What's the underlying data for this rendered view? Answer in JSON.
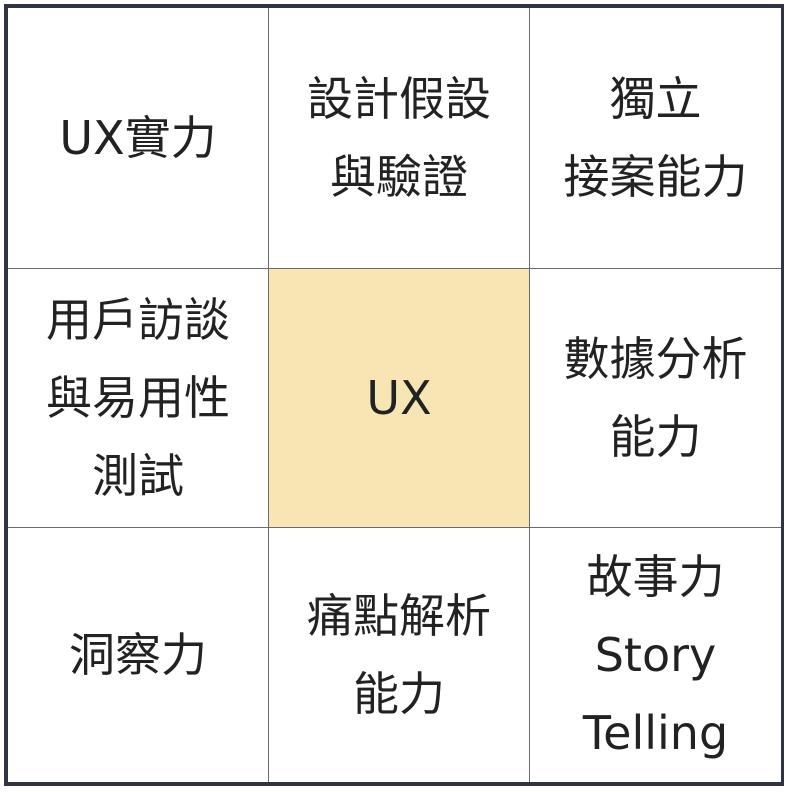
{
  "grid": {
    "rows": 3,
    "cols": 3,
    "colors": {
      "outer_border": "#2e3444",
      "inner_border": "#6b6b6b",
      "center_fill": "#f7e6b3",
      "cell_fill": "#ffffff",
      "text": "#222222"
    },
    "cells": [
      {
        "label": "UX實力"
      },
      {
        "label": "設計假設\n與驗證"
      },
      {
        "label": "獨立\n接案能力"
      },
      {
        "label": "用戶訪談\n與易用性\n測試"
      },
      {
        "label": "UX"
      },
      {
        "label": "數據分析\n能力"
      },
      {
        "label": "洞察力"
      },
      {
        "label": "痛點解析\n能力"
      },
      {
        "label": "故事力\nStory\nTelling"
      }
    ]
  }
}
